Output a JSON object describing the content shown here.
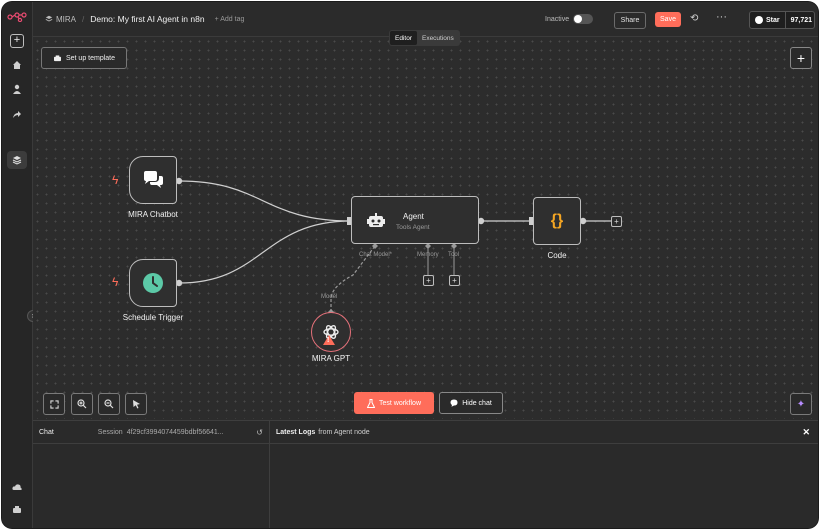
{
  "header": {
    "project_label": "MIRA",
    "workflow_title": "Demo: My first AI Agent in n8n",
    "add_tag": "+ Add tag",
    "status_label": "Inactive",
    "share_label": "Share",
    "save_label": "Save",
    "github_star_label": "Star",
    "github_star_count": "97,721"
  },
  "tabs": [
    {
      "label": "Editor",
      "active": true
    },
    {
      "label": "Executions",
      "active": false
    }
  ],
  "canvas": {
    "setup_template_label": "Set up template",
    "nodes": {
      "chatbot": {
        "label": "MIRA Chatbot",
        "icon": "chat-bubbles-icon"
      },
      "schedule": {
        "label": "Schedule Trigger",
        "icon": "clock-icon"
      },
      "agent": {
        "title": "Agent",
        "subtitle": "Tools Agent",
        "icon": "robot-icon"
      },
      "code": {
        "label": "Code",
        "icon": "{}"
      },
      "gpt": {
        "label": "MIRA GPT",
        "icon": "openai-icon"
      }
    },
    "ports": {
      "chat_model": "Chat Model*",
      "memory": "Memory",
      "tool": "Tool",
      "model": "Model"
    },
    "test_workflow_label": "Test workflow",
    "hide_chat_label": "Hide chat"
  },
  "bottom_panel": {
    "chat_title": "Chat",
    "session_label": "Session",
    "session_id": "4f29cf3994074459bdbf56641...",
    "logs_title": "Latest Logs",
    "logs_source": "from Agent node"
  },
  "colors": {
    "accent": "#ff6d5a",
    "background": "#2c2c2c",
    "schedule_icon": "#5cc9a7",
    "code_icon": "#f5a623",
    "warning": "#ff6d5a",
    "ai_icon": "#b78cff"
  }
}
